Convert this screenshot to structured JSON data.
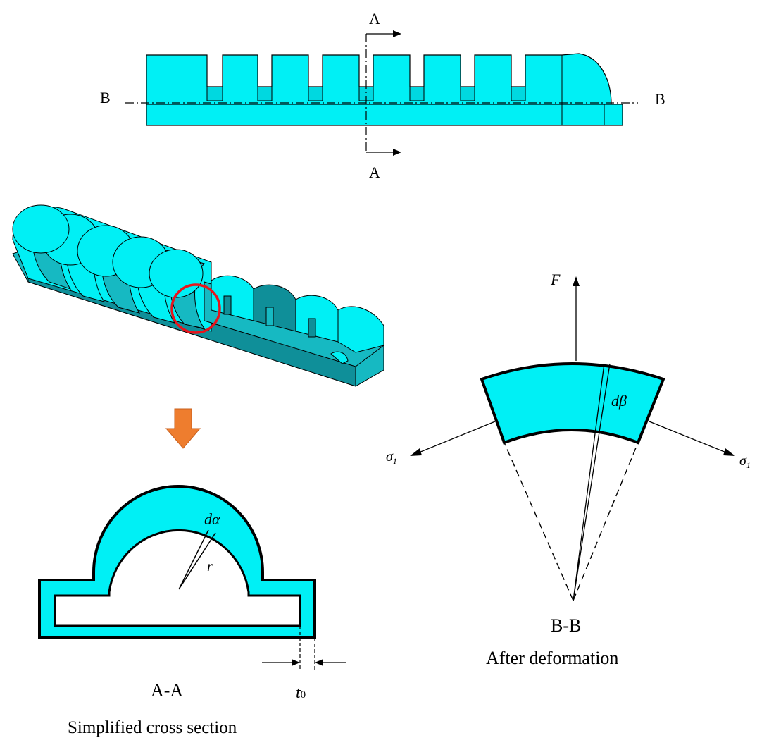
{
  "colors": {
    "body_fill": "#00f0f5",
    "body_shade": "#16b9c2",
    "body_dark": "#0f8f99",
    "outline": "#000000",
    "highlight_circle": "#e8141c",
    "arrow": "#ee7d2e"
  },
  "top_view": {
    "section_a_top": "A",
    "section_a_bottom": "A",
    "section_b_left": "B",
    "section_b_right": "B"
  },
  "cross_section": {
    "angle_label": "dα",
    "radius_label": "r",
    "thickness_label": "t",
    "thickness_subscript": "0",
    "section_label": "A-A",
    "caption": "Simplified cross section"
  },
  "deformed_section": {
    "force_label": "F",
    "angle_label": "dβ",
    "stress_left": "σ",
    "stress_left_subscript": "1",
    "stress_right": "σ",
    "stress_right_subscript": "1",
    "section_label": "B-B",
    "caption": "After deformation"
  },
  "icons": {
    "down_arrow": "down-arrow-icon",
    "highlight": "highlight-circle-icon"
  }
}
